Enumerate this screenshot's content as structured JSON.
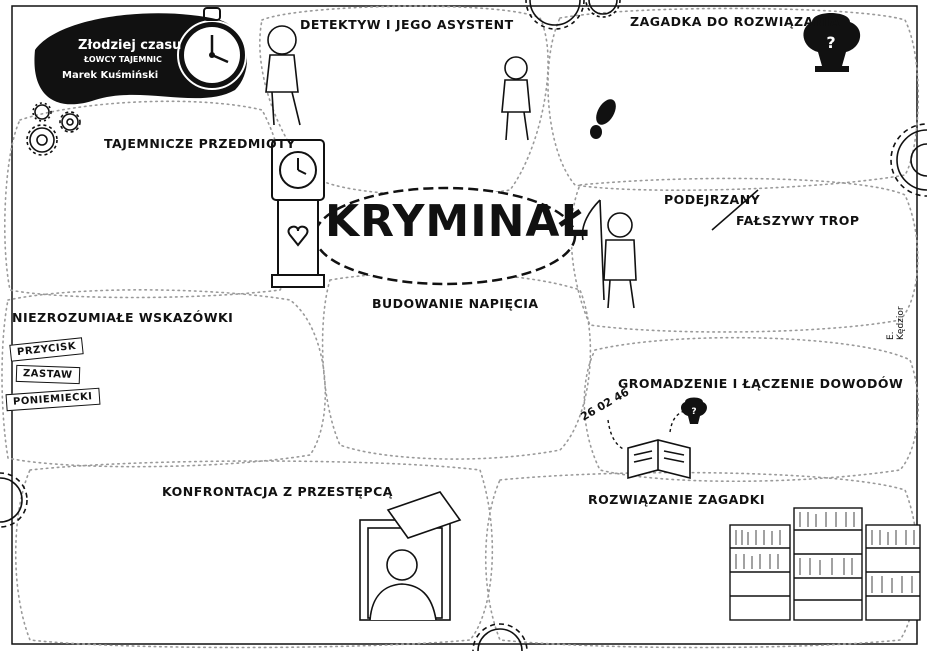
{
  "colors": {
    "ink": "#111111",
    "paper": "#ffffff",
    "dots": "#9a9a9a"
  },
  "book": {
    "title": "Złodziej czasu",
    "series": "Łowcy tajemnic",
    "author": "Marek Kuśmiński"
  },
  "center": {
    "title": "KRYMINAŁ"
  },
  "sections": {
    "detective": "Detektyw i jego asystent",
    "mystery": "Zagadka do rozwiązania",
    "objects": "Tajemnicze przedmioty",
    "suspect": "Podejrzany",
    "false_lead": "Fałszywy trop",
    "clues": "Niezrozumiałe wskazówki",
    "tension": "Budowanie napięcia",
    "evidence": "Gromadzenie i łączenie dowodów",
    "solution": "Rozwiązanie zagadki",
    "confrontation": "Konfrontacja z przestępcą"
  },
  "clue_tags": [
    "Przycisk",
    "Zastaw",
    "Poniemiecki"
  ],
  "number_note": "26 02 46",
  "signature": "E. Kędzior",
  "icons": [
    "gear-icon",
    "trophy-question-icon",
    "footprint-icon",
    "clock-icon",
    "grandfather-clock-icon",
    "book-icon",
    "bookshelf-icon"
  ]
}
